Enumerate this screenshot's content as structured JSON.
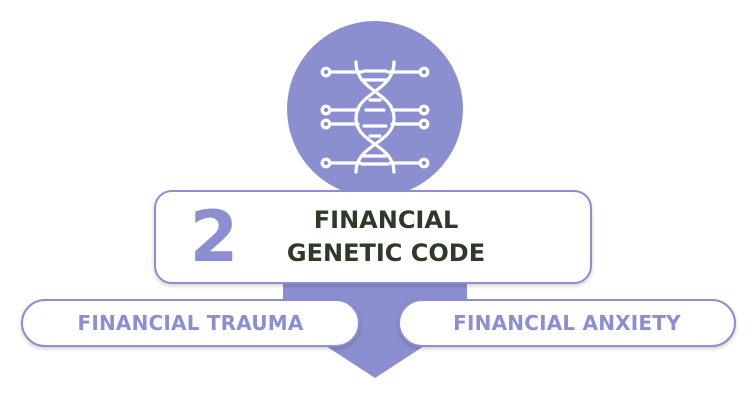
{
  "step": {
    "number": "2",
    "title_line1": "FINANCIAL",
    "title_line2": "GENETIC CODE"
  },
  "sub_items": [
    {
      "label": "FINANCIAL TRAUMA"
    },
    {
      "label": "FINANCIAL ANXIETY"
    }
  ],
  "icons": {
    "main": "dna-helix-icon"
  },
  "colors": {
    "accent": "#8b8fcf",
    "title_text": "#2d3a26",
    "card_bg": "#ffffff",
    "icon_stroke": "#ffffff"
  }
}
